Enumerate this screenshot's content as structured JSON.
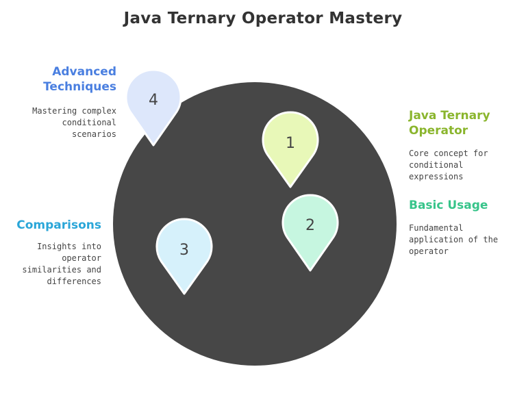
{
  "title": "Java Ternary Operator Mastery",
  "colors": {
    "circle": "#474747",
    "pin_1": "#e8f8b8",
    "pin_2": "#c6f6e0",
    "pin_3": "#d6f1fb",
    "pin_4": "#dde7fb",
    "label_1": "#8ab52d",
    "label_2": "#37c48a",
    "label_3": "#2aa6d8",
    "label_4": "#4a7fe0"
  },
  "items": [
    {
      "number": "1",
      "title_line1": "Java Ternary",
      "title_line2": "Operator",
      "desc_line1": "Core concept for",
      "desc_line2": "conditional",
      "desc_line3": "expressions"
    },
    {
      "number": "2",
      "title_line1": "Basic Usage",
      "desc_line1": "Fundamental",
      "desc_line2": "application of the",
      "desc_line3": "operator"
    },
    {
      "number": "3",
      "title_line1": "Comparisons",
      "desc_line1": "Insights into",
      "desc_line2": "operator",
      "desc_line3": "similarities and",
      "desc_line4": "differences"
    },
    {
      "number": "4",
      "title_line1": "Advanced",
      "title_line2": "Techniques",
      "desc_line1": "Mastering complex",
      "desc_line2": "conditional",
      "desc_line3": "scenarios"
    }
  ]
}
